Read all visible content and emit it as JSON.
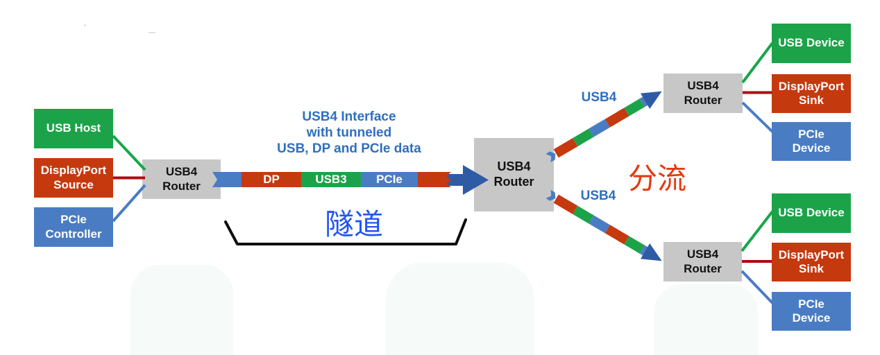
{
  "left_cluster": {
    "usb_host": "USB Host",
    "dp_source": "DisplayPort Source",
    "pcie_controller": "PCIe Controller",
    "router": {
      "line1": "USB4",
      "line2": "Router"
    }
  },
  "tunnel": {
    "caption": [
      "USB4 Interface",
      "with tunneled",
      "USB, DP and PCIe data"
    ],
    "segments": [
      "DP",
      "USB3",
      "PCIe"
    ],
    "brace_label": "隧道"
  },
  "center_router": {
    "line1": "USB4",
    "line2": "Router"
  },
  "split": {
    "label": "分流",
    "top_link_label": "USB4",
    "bottom_link_label": "USB4"
  },
  "right_top": {
    "router": {
      "line1": "USB4",
      "line2": "Router"
    },
    "usb_device": "USB Device",
    "dp_sink": "DisplayPort Sink",
    "pcie_device": "PCIe Device"
  },
  "right_bottom": {
    "router": {
      "line1": "USB4",
      "line2": "Router"
    },
    "usb_device": "USB Device",
    "dp_sink": "DisplayPort Sink",
    "pcie_device": "PCIe Device"
  },
  "colors": {
    "box_green": "#1ca349",
    "box_red": "#c5390f",
    "box_blue": "#4a7cc4",
    "router_gray": "#c7c7c7",
    "arrow_navy": "#2f5ba5",
    "line_green": "#17a649",
    "line_dark_red": "#b00512",
    "line_blue": "#4a7cc4",
    "caption_blue": "#2e6fc0",
    "tunnel_text_blue": "#2254f4",
    "split_text_red": "#e23a10",
    "brace_black": "#0d0d0d"
  }
}
